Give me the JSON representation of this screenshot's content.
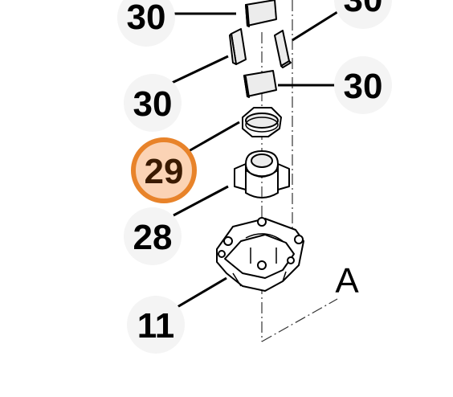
{
  "callouts": {
    "c30_top_left": "30",
    "c30_top_right": "30",
    "c30_mid_left": "30",
    "c30_mid_right": "30",
    "c29": "29",
    "c28": "28",
    "c11": "11"
  },
  "view_label": "A",
  "colors": {
    "highlight_ring": "#e8832a",
    "highlight_fill": "#fbd3b5",
    "halo": "#f4f4f4"
  }
}
